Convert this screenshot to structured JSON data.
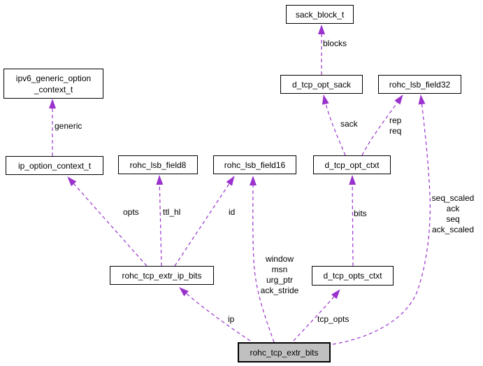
{
  "diagram": {
    "type": "collaboration-graph",
    "nodes": {
      "sack_block_t": {
        "label": "sack_block_t"
      },
      "d_tcp_opt_sack": {
        "label": "d_tcp_opt_sack"
      },
      "rohc_lsb_field32": {
        "label": "rohc_lsb_field32"
      },
      "ipv6_generic_option_context_t": {
        "lines": [
          "ipv6_generic_option",
          "_context_t"
        ]
      },
      "ip_option_context_t": {
        "label": "ip_option_context_t"
      },
      "rohc_lsb_field8": {
        "label": "rohc_lsb_field8"
      },
      "rohc_lsb_field16": {
        "label": "rohc_lsb_field16"
      },
      "d_tcp_opt_ctxt": {
        "label": "d_tcp_opt_ctxt"
      },
      "rohc_tcp_extr_ip_bits": {
        "label": "rohc_tcp_extr_ip_bits"
      },
      "d_tcp_opts_ctxt": {
        "label": "d_tcp_opts_ctxt"
      },
      "rohc_tcp_extr_bits": {
        "label": "rohc_tcp_extr_bits"
      }
    },
    "edge_labels": {
      "blocks": "blocks",
      "sack": "sack",
      "rep_req": {
        "lines": [
          "rep",
          "req"
        ]
      },
      "generic": "generic",
      "opts": "opts",
      "ttl_hl": "ttl_hl",
      "id": "id",
      "bits": "bits",
      "ip": "ip",
      "tcp_opts": "tcp_opts",
      "window_group": {
        "lines": [
          "window",
          "msn",
          "urg_ptr",
          "ack_stride"
        ]
      },
      "scaled_group": {
        "lines": [
          "seq_scaled",
          "ack",
          "seq",
          "ack_scaled"
        ]
      }
    },
    "colors": {
      "edge": "#9a32cd",
      "node_border": "#000000",
      "node_bg": "#ffffff",
      "main_node_bg": "#c0c0c0",
      "text": "#000000",
      "background": "#ffffff"
    }
  }
}
